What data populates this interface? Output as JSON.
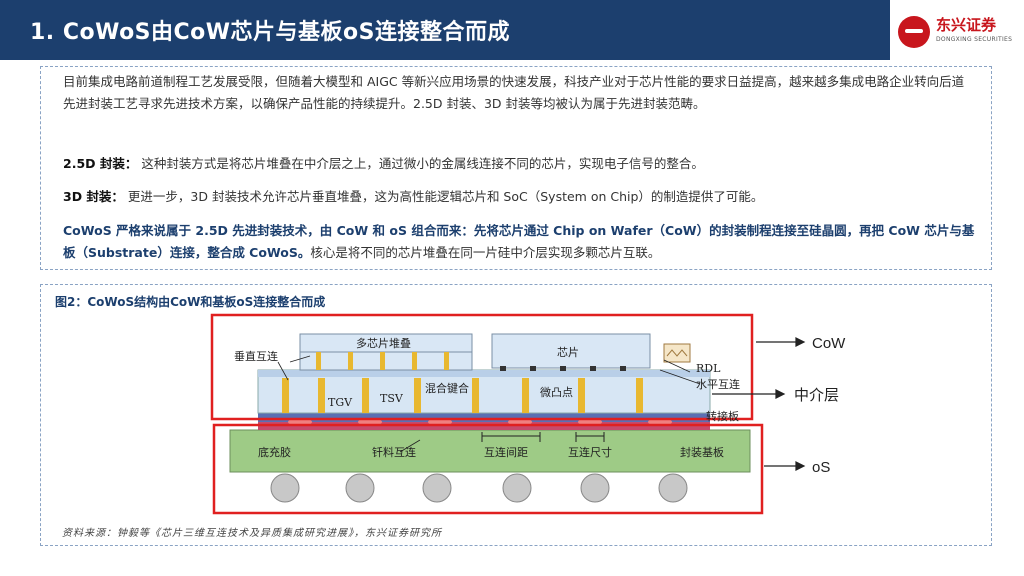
{
  "header": {
    "title": "1. CoWoS由CoW芯片与基板oS连接整合而成",
    "logo_cn": "东兴证券",
    "logo_en": "DONGXING SECURITIES"
  },
  "content": {
    "para1": "目前集成电路前道制程工艺发展受限，但随着大模型和 AIGC 等新兴应用场景的快速发展，科技产业对于芯片性能的要求日益提高，越来越多集成电路企业转向后道先进封装工艺寻求先进技术方案，以确保产品性能的持续提升。2.5D 封装、3D 封装等均被认为属于先进封装范畴。",
    "para2_label": "2.5D 封装：",
    "para2_text": " 这种封装方式是将芯片堆叠在中介层之上，通过微小的金属线连接不同的芯片，实现电子信号的整合。",
    "para3_label": "3D 封装：",
    "para3_text": " 更进一步，3D 封装技术允许芯片垂直堆叠，这为高性能逻辑芯片和 SoC（System on Chip）的制造提供了可能。",
    "para4_bold": "CoWoS 严格来说属于 2.5D 先进封装技术，由 CoW 和 oS 组合而来：先将芯片通过 Chip on Wafer（CoW）的封装制程连接至硅晶圆，再把 CoW 芯片与基板（Substrate）连接，整合成 CoWoS。",
    "para4_rest": "核心是将不同的芯片堆叠在同一片硅中介层实现多颗芯片互联。"
  },
  "figure": {
    "title": "图2：CoWoS结构由CoW和基板oS连接整合而成",
    "labels": {
      "stack": "多芯片堆叠",
      "chip": "芯片",
      "vertical": "垂直互连",
      "rdl": "RDL",
      "horizontal": "水平互连",
      "tgv": "TGV",
      "tsv": "TSV",
      "hybrid": "混合键合",
      "microbump": "微凸点",
      "adapter": "转接板",
      "underfill": "底充胶",
      "solder": "钎料互连",
      "pitch": "互连间距",
      "size": "互连尺寸",
      "substrate": "封装基板",
      "cow": "CoW",
      "interposer": "中介层",
      "os": "oS"
    }
  },
  "source": "资料来源：钟毅等《芯片三维互连技术及异质集成研究进展》，东兴证券研究所"
}
